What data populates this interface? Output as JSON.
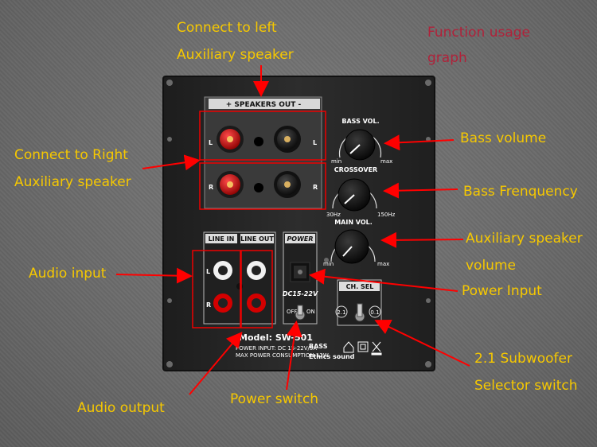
{
  "title": {
    "line1": "Function usage",
    "line2": "graph"
  },
  "labels": {
    "connect_left_1": "Connect to left",
    "connect_left_2": "Auxiliary speaker",
    "connect_right_1": "Connect to Right",
    "connect_right_2": "Auxiliary speaker",
    "audio_input": "Audio input",
    "audio_output": "Audio output",
    "power_switch": "Power switch",
    "bass_volume": "Bass volume",
    "bass_frequency": "Bass Frenquency",
    "aux_volume_1": "Auxiliary speaker",
    "aux_volume_2": "volume",
    "power_input": "Power Input",
    "subwoofer_1": "2.1 Subwoofer",
    "subwoofer_2": "Selector switch"
  },
  "panel": {
    "speakers_out": "+ SPEAKERS OUT -",
    "term_l_left": "L",
    "term_l_right": "L",
    "term_r_left": "R",
    "term_r_right": "R",
    "bass_vol": "BASS VOL.",
    "min": "min",
    "max": "max",
    "crossover": "CROSSOVER",
    "hz30": "30Hz",
    "hz150": "150Hz",
    "main_vol": "MAIN VOL.",
    "line_in": "LINE IN",
    "line_out": "LINE OUT",
    "ch_l": "L",
    "ch_r": "R",
    "power": "POWER",
    "dc": "DC15-22V",
    "off": "OFF",
    "on": "ON",
    "ch_sel": "CH. SEL",
    "sel_21": "2.1",
    "sel_01": "0.1",
    "model": "Model: SW-501",
    "power_input_spec": "POWER INPUT: DC 15-22V/5A",
    "max_power_spec": "MAX POWER CONSUMPTION:12W",
    "bass": "BASS",
    "brand": "Ethics sound"
  },
  "colors": {
    "label": "#f6c800",
    "title": "#b0223a",
    "arrow": "#ff0000",
    "panel": "#262626"
  }
}
